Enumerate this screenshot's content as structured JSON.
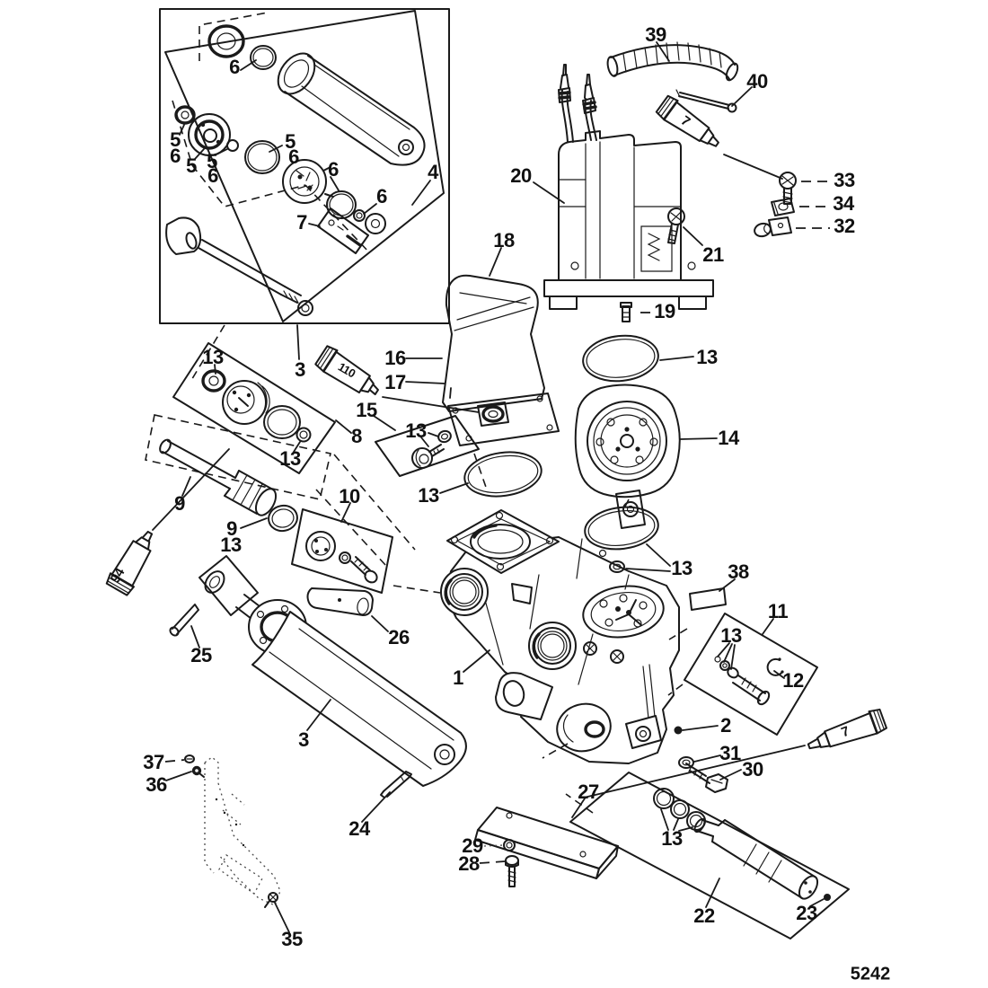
{
  "drawing_number": "5242",
  "colors": {
    "ink": "#1a1a1a",
    "paper": "#ffffff"
  },
  "callouts": [
    {
      "text": "6"
    },
    {
      "text": "5"
    },
    {
      "text": "6"
    },
    {
      "text": "5"
    },
    {
      "text": "5"
    },
    {
      "text": "6"
    },
    {
      "text": "5"
    },
    {
      "text": "6"
    },
    {
      "text": "6"
    },
    {
      "text": "6"
    },
    {
      "text": "7"
    },
    {
      "text": "4"
    },
    {
      "text": "3"
    },
    {
      "text": "110"
    },
    {
      "text": "16"
    },
    {
      "text": "17"
    },
    {
      "text": "15"
    },
    {
      "text": "13"
    },
    {
      "text": "8"
    },
    {
      "text": "13"
    },
    {
      "text": "13"
    },
    {
      "text": "9"
    },
    {
      "text": "9"
    },
    {
      "text": "13"
    },
    {
      "text": "94"
    },
    {
      "text": "10"
    },
    {
      "text": "18"
    },
    {
      "text": "19"
    },
    {
      "text": "13"
    },
    {
      "text": "14"
    },
    {
      "text": "13"
    },
    {
      "text": "20"
    },
    {
      "text": "39"
    },
    {
      "text": "40"
    },
    {
      "text": "7"
    },
    {
      "text": "33"
    },
    {
      "text": "34"
    },
    {
      "text": "32"
    },
    {
      "text": "21"
    },
    {
      "text": "1"
    },
    {
      "text": "13"
    },
    {
      "text": "38"
    },
    {
      "text": "11"
    },
    {
      "text": "13"
    },
    {
      "text": "12"
    },
    {
      "text": "2"
    },
    {
      "text": "31"
    },
    {
      "text": "30"
    },
    {
      "text": "7"
    },
    {
      "text": "27"
    },
    {
      "text": "29"
    },
    {
      "text": "28"
    },
    {
      "text": "13"
    },
    {
      "text": "22"
    },
    {
      "text": "23"
    },
    {
      "text": "37"
    },
    {
      "text": "36"
    },
    {
      "text": "35"
    },
    {
      "text": "24"
    },
    {
      "text": "25"
    },
    {
      "text": "26"
    },
    {
      "text": "3"
    }
  ]
}
